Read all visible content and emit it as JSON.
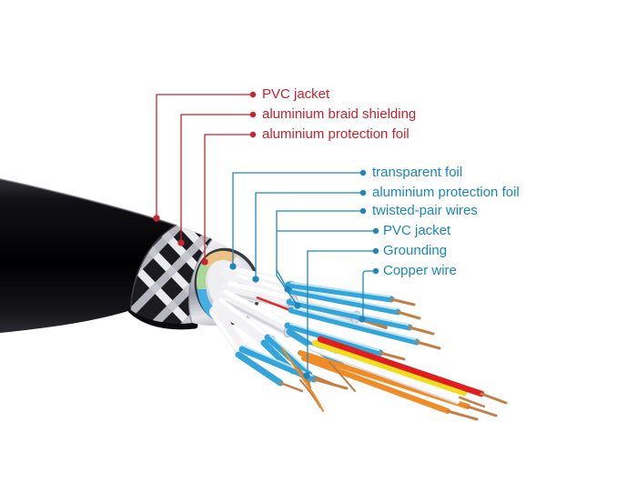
{
  "figure": {
    "description": "Cutaway illustration of a shielded multi-pair cable with labeled construction layers",
    "outer_label_color": "#c4232d",
    "inner_label_color": "#1d87b6"
  },
  "labels": {
    "outer": [
      {
        "text": "PVC jacket"
      },
      {
        "text": "aluminium braid shielding"
      },
      {
        "text": "aluminium protection foil"
      }
    ],
    "inner": [
      {
        "text": "transparent foil"
      },
      {
        "text": "aluminium protection foil"
      },
      {
        "text": "twisted-pair wires"
      },
      {
        "text": "PVC jacket"
      },
      {
        "text": "Grounding"
      },
      {
        "text": "Copper wire"
      }
    ]
  },
  "palette": {
    "jacket_black": "#0a0a0c",
    "braid_silver": "#e8e8ec",
    "foil_silver": "#c9c9d2",
    "wrap_tan": "#ecc285",
    "wrap_green": "#a8d798",
    "wrap_blue": "#42b0e0",
    "wrap_pink": "#f0a2a6",
    "wire_blue": "#33a5da",
    "wire_white": "#f2f2f5",
    "wire_yellow": "#f2dc1e",
    "wire_red": "#df1f1f",
    "wire_orange": "#ef8c28",
    "copper": "#c08048",
    "leader_red": "#c8242e",
    "leader_blue": "#2088b8"
  }
}
